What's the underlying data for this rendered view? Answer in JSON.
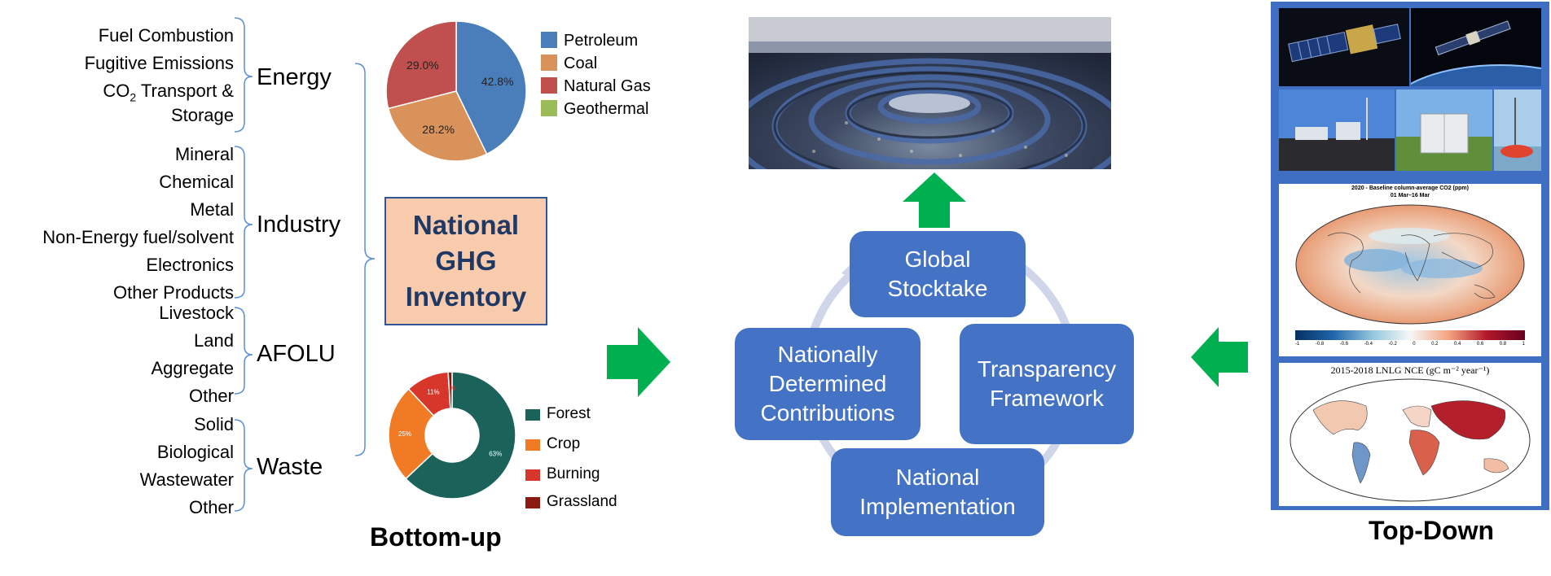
{
  "left": {
    "sectors": [
      {
        "name": "Energy",
        "items": [
          "Fuel Combustion",
          "Fugitive Emissions",
          "CO2 Transport &",
          "Storage"
        ]
      },
      {
        "name": "Industry",
        "items": [
          "Mineral",
          "Chemical",
          "Metal",
          "Non-Energy fuel/solvent",
          "Electronics",
          "Other Products"
        ]
      },
      {
        "name": "AFOLU",
        "items": [
          "Livestock",
          "Land",
          "Aggregate",
          "Other"
        ]
      },
      {
        "name": "Waste",
        "items": [
          "Solid",
          "Biological",
          "Wastewater",
          "Other"
        ]
      }
    ],
    "co2_prefix": "CO",
    "co2_sub": "2",
    "co2_suffix": " Transport &"
  },
  "inventory_box": {
    "line1": "National",
    "line2": "GHG",
    "line3": "Inventory"
  },
  "bottom_up_label": "Bottom-up",
  "top_down_label": "Top-Down",
  "chart_data": [
    {
      "type": "pie",
      "categories": [
        "Petroleum",
        "Coal",
        "Natural Gas",
        "Geothermal"
      ],
      "values": [
        42.8,
        28.2,
        29.0,
        0.0
      ],
      "labels": [
        "42.8%",
        "28.2%",
        "29.0%",
        ""
      ],
      "colors": [
        "#4a7ebb",
        "#d9935a",
        "#c0504d",
        "#9bbb59"
      ]
    },
    {
      "type": "pie",
      "categories": [
        "Forest",
        "Crop",
        "Burning",
        "Grassland"
      ],
      "values": [
        63,
        25,
        11,
        1
      ],
      "labels": [
        "63%",
        "25%",
        "11%",
        "1%"
      ],
      "colors": [
        "#1b625a",
        "#f07b24",
        "#d6372a",
        "#8b1a10"
      ]
    }
  ],
  "cycle": {
    "top": "Global Stocktake",
    "right_line1": "Transparency",
    "right_line2": "Framework",
    "bottom_line1": "National",
    "bottom_line2": "Implementation",
    "left_line1": "Nationally",
    "left_line2": "Determined",
    "left_line3": "Contributions"
  },
  "maps": {
    "map1_title": "2020 - Baseline column-average CO2 (ppm)",
    "map1_subtitle": "01 Mar–16 Mar",
    "map1_colorbar": [
      "-1",
      "-0.8",
      "-0.6",
      "-0.4",
      "-0.2",
      "0",
      "0.2",
      "0.4",
      "0.6",
      "0.8",
      "1"
    ],
    "map2_title": "2015-2018 LNLG NCE (gC m⁻² year⁻¹)"
  },
  "colors": {
    "box_blue": "#4472c4",
    "arrow_green": "#00b050",
    "inventory_fill": "#f8cbad",
    "inventory_border": "#2f5597",
    "inventory_text": "#1f3864",
    "bracket": "#5b8fd6"
  }
}
